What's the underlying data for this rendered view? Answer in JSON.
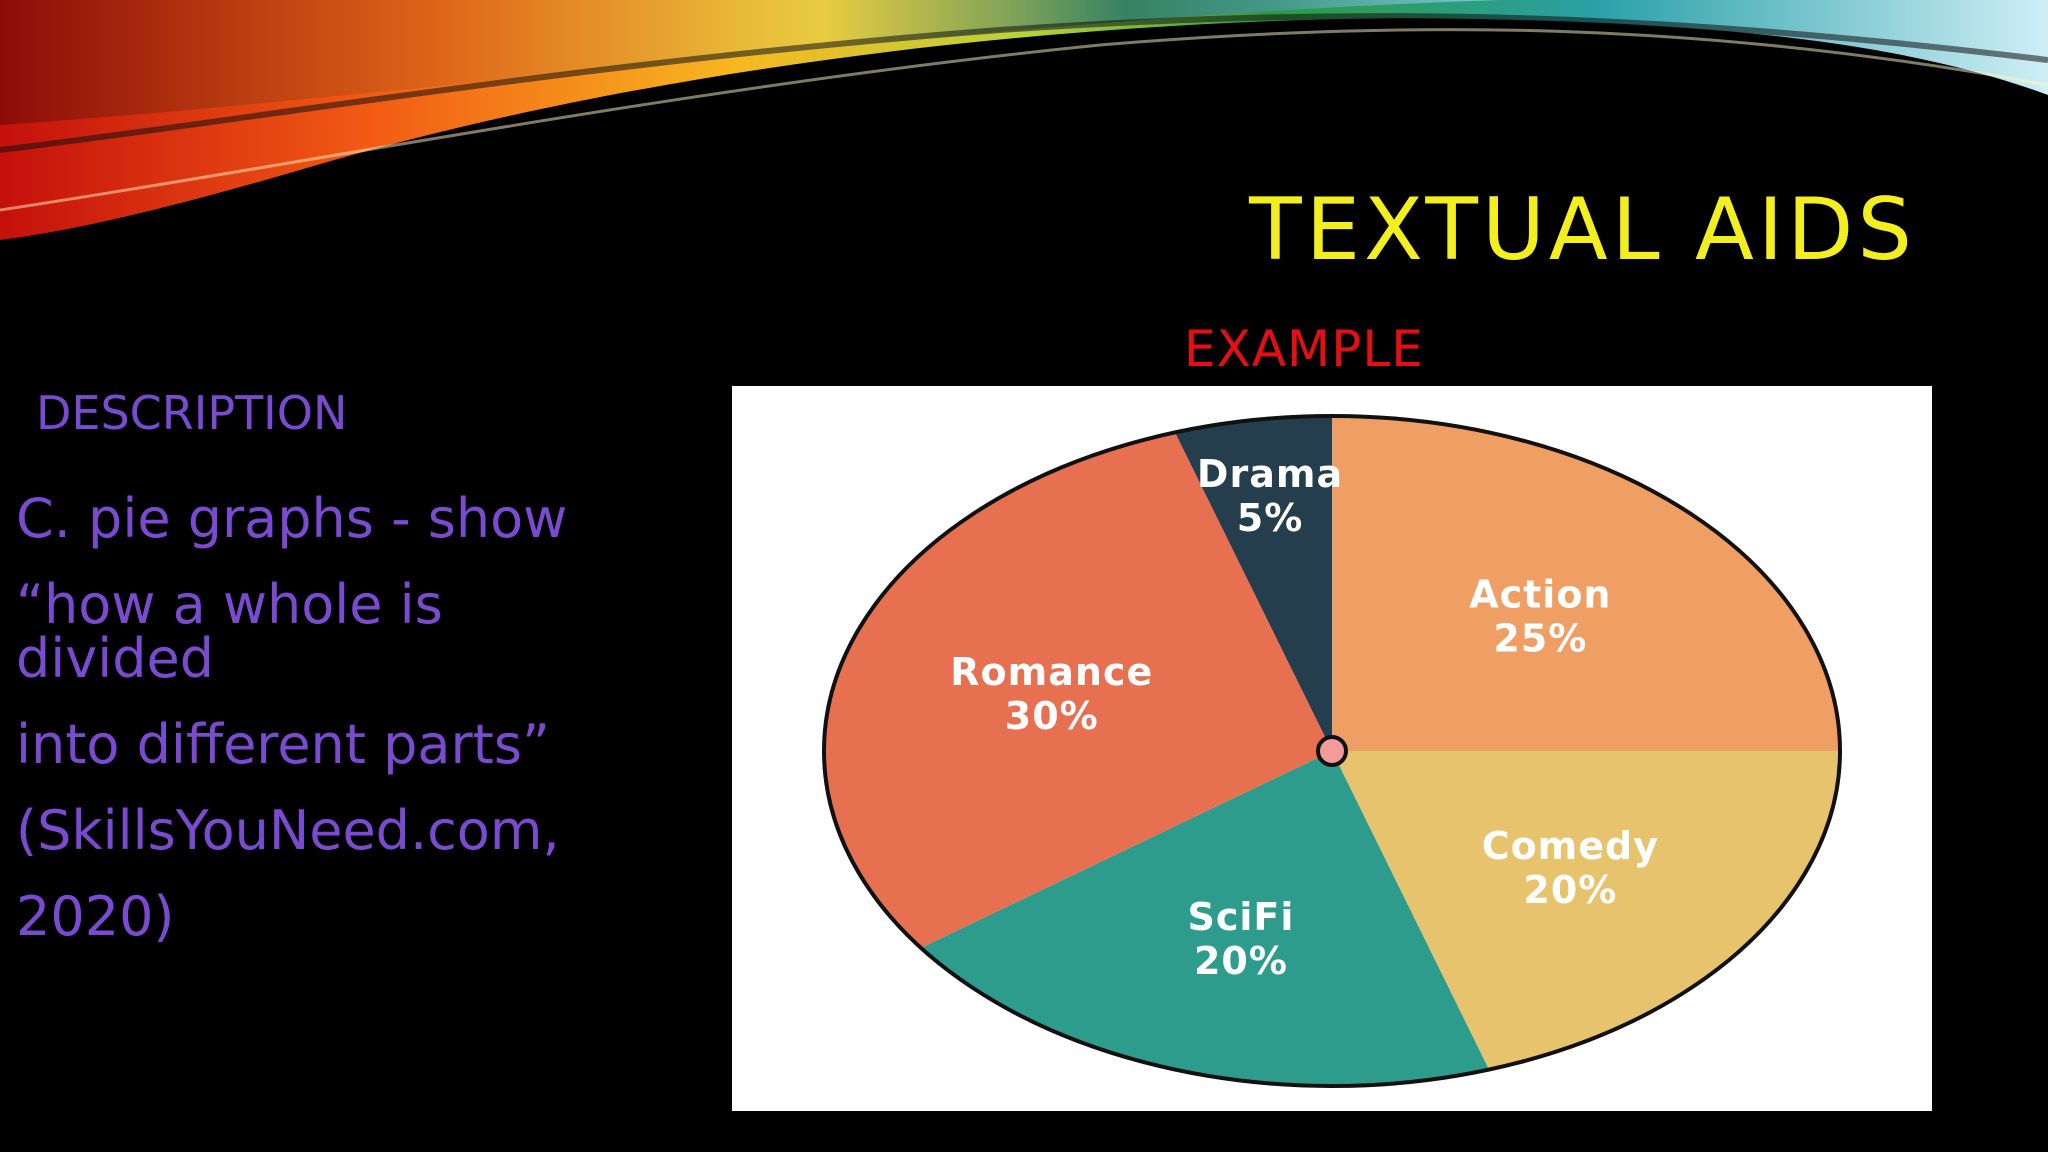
{
  "slide": {
    "title": "TEXTUAL AIDS",
    "subtitle": "EXAMPLE",
    "description_heading": "DESCRIPTION",
    "description_lines": [
      "C. pie graphs - show",
      "“how a whole is",
      "divided",
      "into different parts”",
      "(SkillsYouNeed.com,",
      "2020)"
    ]
  },
  "colors": {
    "background": "#000000",
    "title": "#f3ee1e",
    "subtitle": "#e40f12",
    "description": "#7a4bd0"
  },
  "chart_data": {
    "type": "pie",
    "slices": [
      {
        "label": "Action",
        "value": 25,
        "text": "25%",
        "color": "#ef9f63"
      },
      {
        "label": "Comedy",
        "value": 20,
        "text": "20%",
        "color": "#e6c36c"
      },
      {
        "label": "SciFi",
        "value": 20,
        "text": "20%",
        "color": "#2e9c8c"
      },
      {
        "label": "Romance",
        "value": 30,
        "text": "30%",
        "color": "#e6704f"
      },
      {
        "label": "Drama",
        "value": 5,
        "text": "5%",
        "color": "#243e4e"
      }
    ],
    "start": "12 o'clock",
    "direction": "clockwise"
  }
}
